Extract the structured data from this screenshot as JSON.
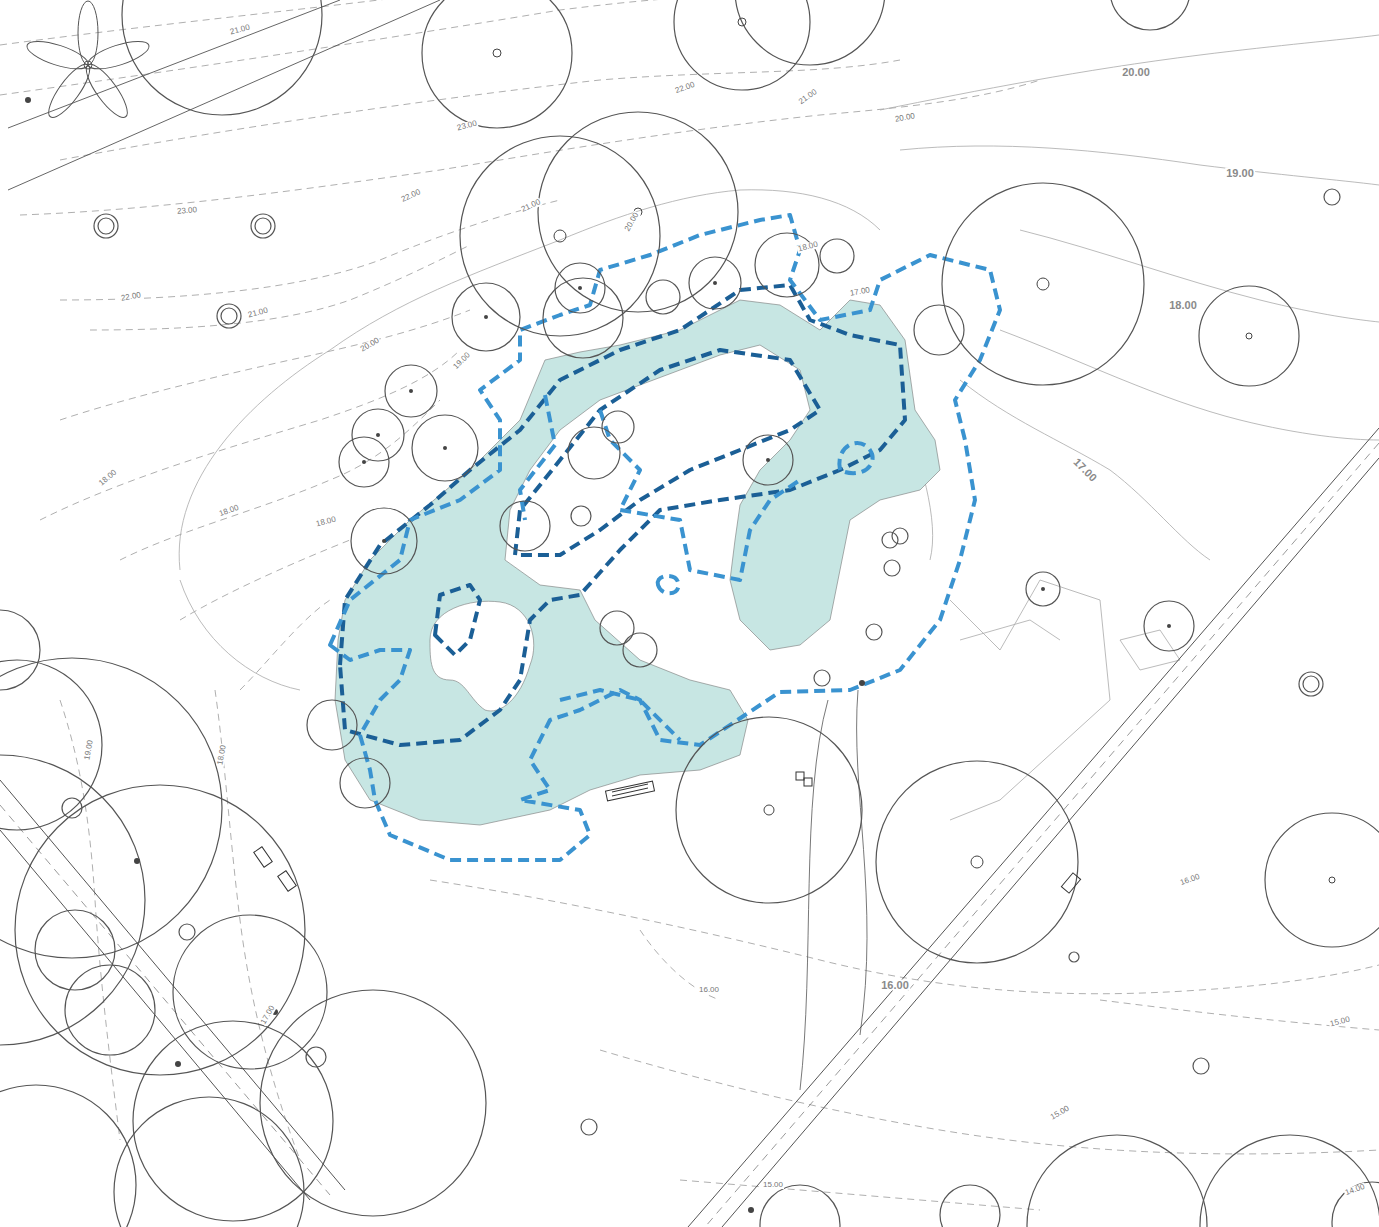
{
  "diagram": {
    "labels": [
      "21.00",
      "22.00",
      "21.00",
      "20.00",
      "23.00",
      "23.00",
      "22.00",
      "21.00",
      "20.00",
      "22.00",
      "21.00",
      "20.00",
      "19.00",
      "18.00",
      "17.00",
      "18.00",
      "18.00",
      "18.00",
      "19.00",
      "18.00",
      "16.00",
      "16.00",
      "15.00",
      "15.00",
      "15.00",
      "14.00",
      "17.00",
      "20.00",
      "19.00",
      "18.00",
      "17.00",
      "16.00"
    ]
  }
}
